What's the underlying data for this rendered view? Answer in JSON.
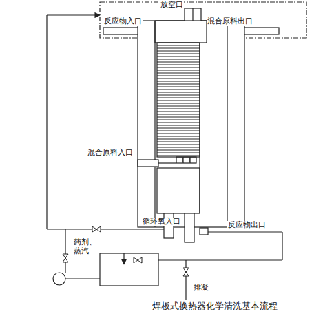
{
  "diagram": {
    "caption": "焊板式换热器化学清洗基本流程",
    "labels": [
      "反应物入口",
      "放空口",
      "混合原料出口",
      "混合原料入口",
      "循环氧入口",
      "反应物出口",
      "药剂、蒸汽",
      "排凝"
    ]
  }
}
